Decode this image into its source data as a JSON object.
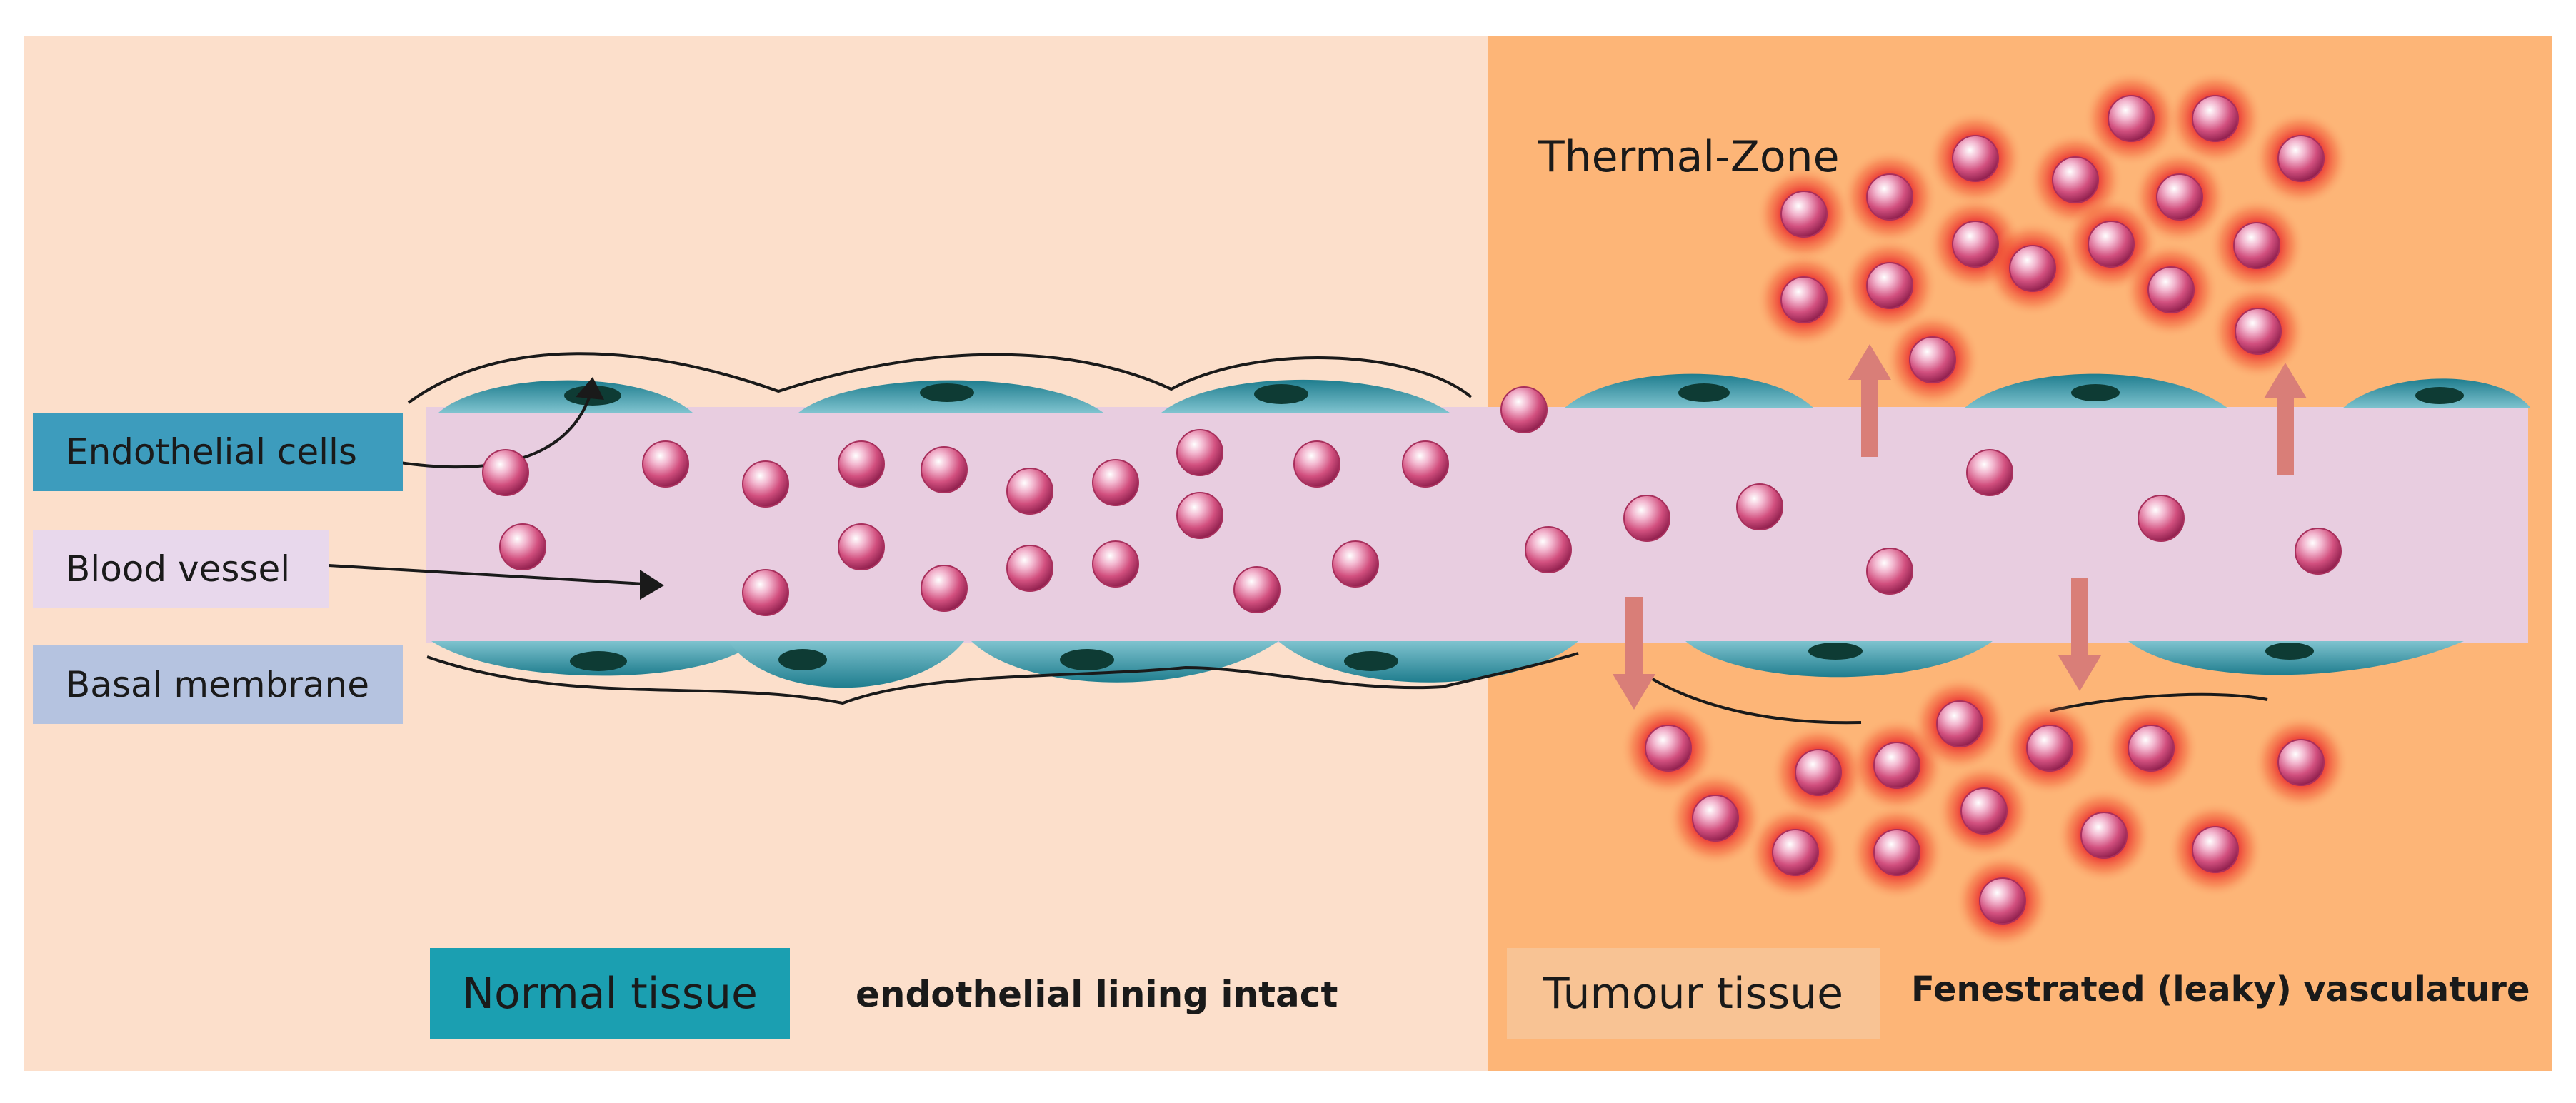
{
  "colors": {
    "normal_bg": "#fcdfcb",
    "tumour_bg": "#fdb577",
    "vessel": "#e8cde0",
    "cell": "#2a8c9c",
    "nucleus": "#0e3b34",
    "particle": "#d2507f",
    "arrow": "#d97e78",
    "label_teal": "#3d9cbd",
    "label_lilac": "#e8d8ec",
    "label_blue": "#b5c3e0",
    "normal_label": "#1b9fb1",
    "tumour_label": "#f8c394"
  },
  "labels": {
    "endothelial_cells": "Endothelial cells",
    "blood_vessel": "Blood vessel",
    "basal_membrane": "Basal membrane"
  },
  "regions": {
    "thermal_zone": "Thermal-Zone",
    "normal_tissue": "Normal tissue",
    "normal_caption": "endothelial lining intact",
    "tumour_tissue": "Tumour tissue",
    "tumour_caption": "Fenestrated (leaky) vasculature"
  }
}
